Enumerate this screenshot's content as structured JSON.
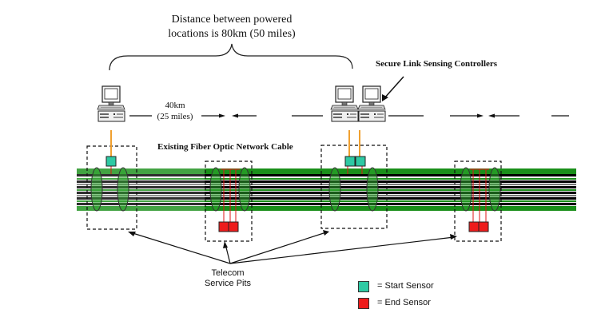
{
  "title": {
    "line1": "Distance between powered",
    "line2": "locations is 80km (50 miles)"
  },
  "controllers_label": "Secure Link Sensing Controllers",
  "segment_label": {
    "line1": "40km",
    "line2": "(25 miles)"
  },
  "cable_label": "Existing Fiber Optic Network Cable",
  "pits_label": {
    "line1": "Telecom",
    "line2": "Service Pits"
  },
  "legend": {
    "start": {
      "label": "= Start Sensor",
      "color": "#2ec9a3"
    },
    "end": {
      "label": "= End Sensor",
      "color": "#ee1c1c"
    }
  },
  "colors": {
    "cable_green": "#1a8f1a",
    "cable_black": "#000000",
    "link_orange": "#f0a030"
  },
  "icons": [
    "computer-workstation-icon",
    "start-sensor-icon",
    "end-sensor-icon"
  ]
}
